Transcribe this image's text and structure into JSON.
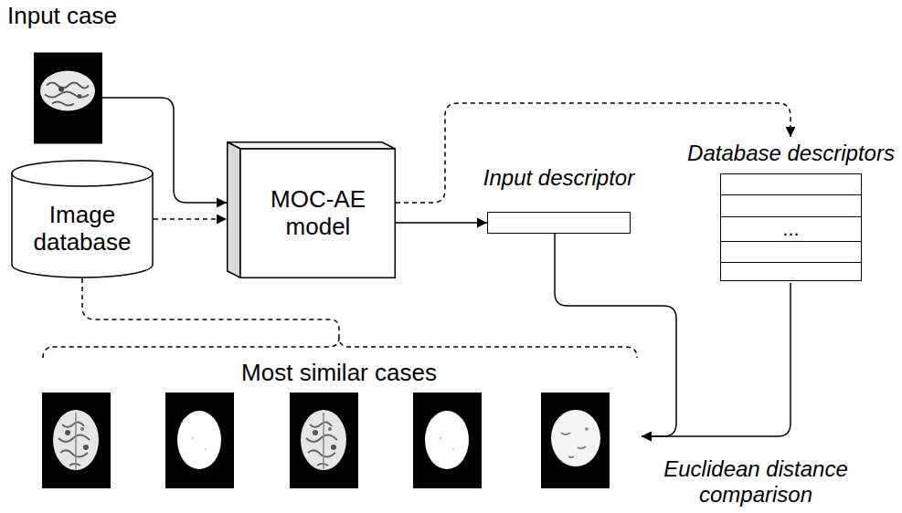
{
  "diagram": {
    "nodes": [
      {
        "text": [
          "Image database"
        ]
      },
      {
        "text": [
          "MOC-AE model"
        ]
      },
      {
        "text": [
          "Input descriptor"
        ]
      },
      {
        "text": [
          "Database descriptors",
          "..."
        ]
      },
      {
        "text": [
          "Input case"
        ]
      },
      {
        "text": [
          "Most similar cases"
        ]
      }
    ],
    "edges": [
      {
        "from": 4,
        "to": 1,
        "arrow": "to"
      },
      {
        "from": 0,
        "to": 1,
        "arrow": "to"
      },
      {
        "from": 1,
        "to": 2,
        "arrow": "to"
      },
      {
        "from": 1,
        "to": 3,
        "arrow": "to"
      },
      {
        "from": 2,
        "to": 5,
        "arrow": "to"
      },
      {
        "from": 3,
        "to": 5,
        "arrow": "to"
      },
      {
        "from": 0,
        "to": 5,
        "arrow": "none"
      }
    ],
    "labels": [
      "Euclidean distance comparison"
    ]
  }
}
